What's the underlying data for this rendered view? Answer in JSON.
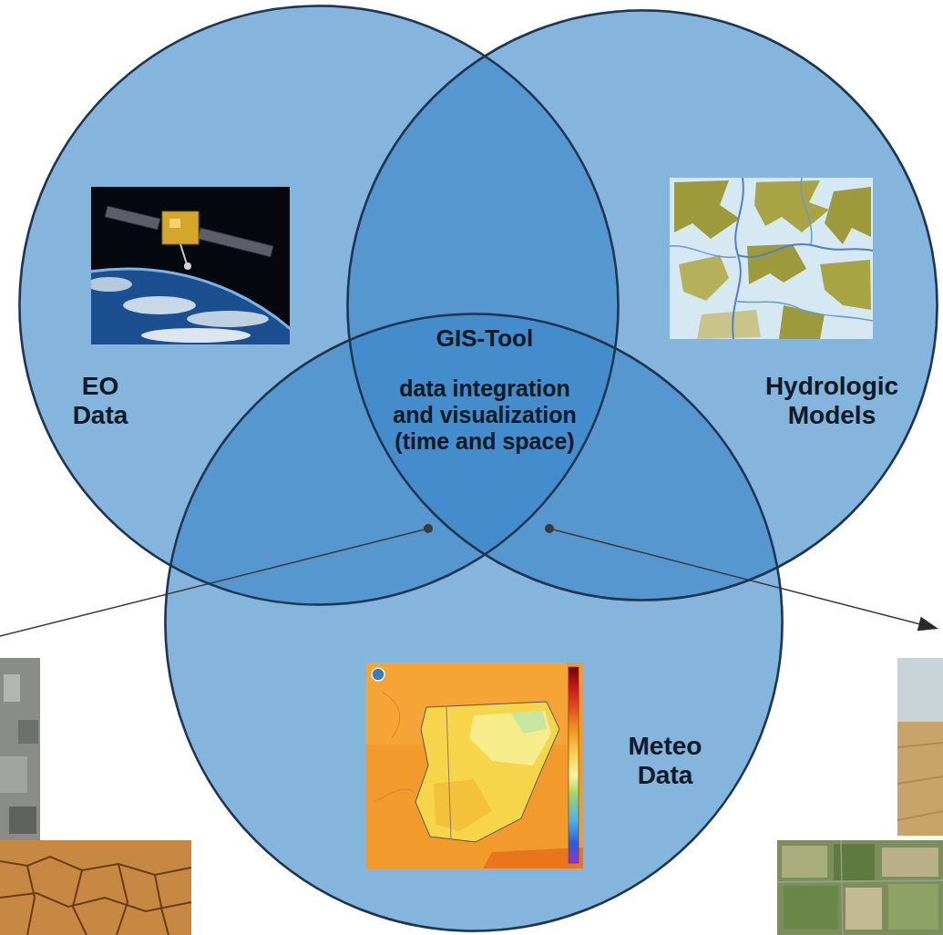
{
  "diagram": {
    "nodes": [
      {
        "text": [
          "EO Data"
        ]
      },
      {
        "text": [
          "Hydrologic Models"
        ]
      },
      {
        "text": [
          "Meteo Data"
        ]
      }
    ],
    "labels": [
      "GIS-Tool",
      "data integration and visualization (time and space)"
    ]
  }
}
